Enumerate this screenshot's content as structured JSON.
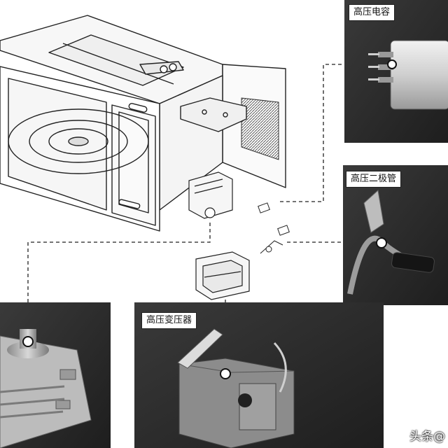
{
  "components": {
    "capacitor": {
      "label": "高压电容"
    },
    "diode": {
      "label": "高压二极管"
    },
    "transformer": {
      "label": "高压变压器"
    },
    "magnetron": {
      "label": ""
    }
  },
  "watermark": "头条@",
  "colors": {
    "photo_dark": "#2b2b2b",
    "photo_mid": "#6a6a6a",
    "line": "#222222",
    "marker": "#ffffff"
  }
}
